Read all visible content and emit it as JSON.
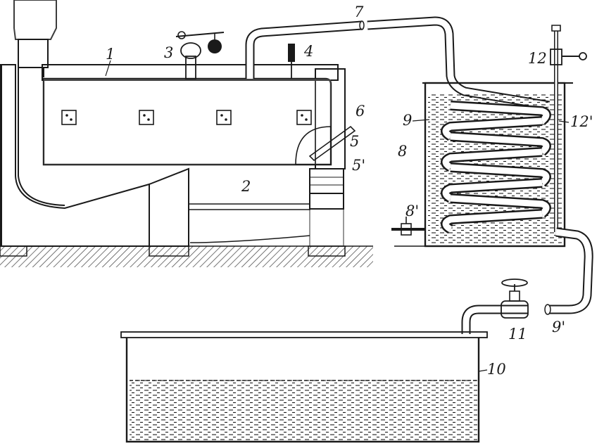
{
  "diagram": {
    "labels": {
      "boiler": "1",
      "firebox": "2",
      "valve_3": "3",
      "gauge_4": "4",
      "port_5": "5",
      "port_5p": "5'",
      "rod_6": "6",
      "pipe_7": "7",
      "tank_8": "8",
      "drain_8p": "8'",
      "coil_9": "9",
      "outlet_9p": "9'",
      "basin_10": "10",
      "valve_11": "11",
      "valve_12": "12",
      "rod_12p": "12'"
    }
  }
}
